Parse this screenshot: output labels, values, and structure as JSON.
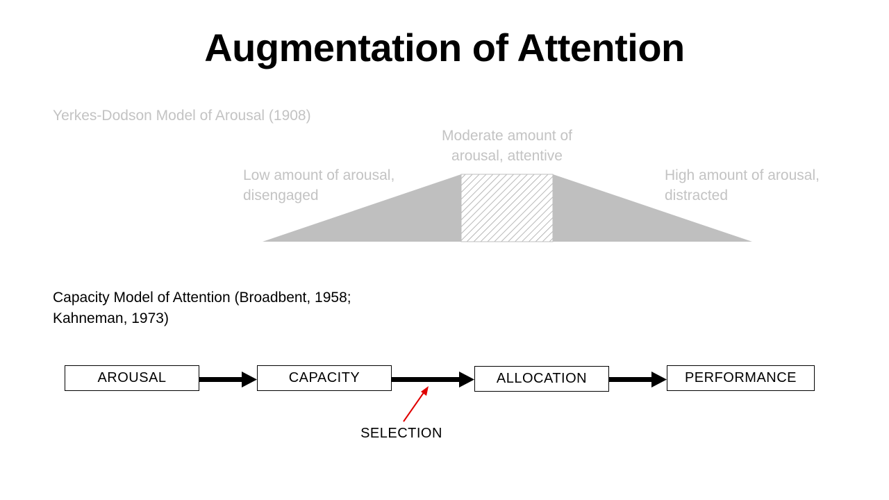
{
  "title": "Augmentation of Attention",
  "colors": {
    "muted_text": "#c3c3c3",
    "shape_fill": "#bfbfbf",
    "hatch_stroke": "#a6a6a6",
    "arrow": "#000000",
    "selection_arrow": "#e00000"
  },
  "yerkes_dodson": {
    "heading": "Yerkes-Dodson Model of Arousal (1908)",
    "low_label": "Low amount of arousal, disengaged",
    "moderate_label": "Moderate amount of arousal, attentive",
    "high_label": "High amount of arousal, distracted"
  },
  "capacity_model": {
    "heading": "Capacity Model of Attention (Broadbent, 1958; Kahneman, 1973)",
    "boxes": [
      "AROUSAL",
      "CAPACITY",
      "ALLOCATION",
      "PERFORMANCE"
    ],
    "selection_label": "SELECTION"
  }
}
